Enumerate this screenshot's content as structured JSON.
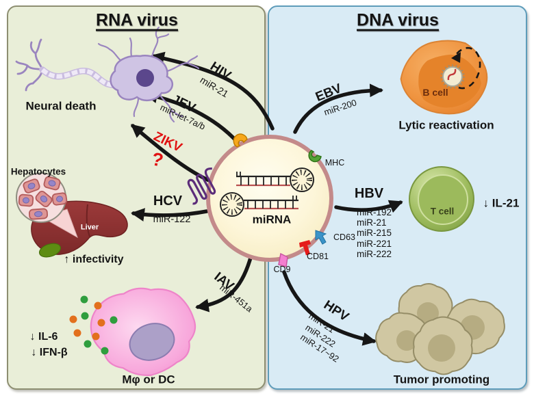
{
  "colors": {
    "rna_panel_bg": "#e9eed8",
    "rna_panel_border": "#8d8e71",
    "dna_panel_bg": "#d9ebf5",
    "dna_panel_border": "#5e9cba",
    "exosome_fill": "#fdf6d9",
    "exosome_border": "#c38a8a",
    "arrow": "#161616",
    "zikv_accent": "#e01212",
    "bcell_orange": "#ef9440",
    "tcell_green": "#9cba5e",
    "macrophage_pink": "#f8a9dc",
    "tumor_tan": "#d0c7a2"
  },
  "panels": {
    "rna": {
      "title": "RNA virus"
    },
    "dna": {
      "title": "DNA virus"
    }
  },
  "exosome": {
    "label": "miRNA",
    "markers": {
      "mhc": "MHC",
      "cd63": "CD63",
      "cd81": "CD81",
      "cd9": "CD9"
    }
  },
  "rna": {
    "hiv": {
      "name": "HIV",
      "mir": "miR-21"
    },
    "jev": {
      "name": "JEV",
      "mir": "miR-let-7a/b"
    },
    "zikv": {
      "name": "ZIKV",
      "question_mark": "?"
    },
    "hcv": {
      "name": "HCV",
      "mir": "miR-122"
    },
    "iav": {
      "name": "IAV",
      "mir": "miR-451a"
    },
    "neural_caption": "Neural death",
    "hepatocytes_label": "Hepatocytes",
    "liver_label": "Liver",
    "infectivity_effect": "↑ infectivity",
    "cytokine_effects": [
      "↓ IL-6",
      "↓ IFN-β"
    ],
    "macrophage_caption": "Mφ or DC"
  },
  "dna": {
    "ebv": {
      "name": "EBV",
      "mir": "miR-200"
    },
    "hbv": {
      "name": "HBV",
      "mirs": [
        "miR-192",
        "miR-21",
        "miR-215",
        "miR-221",
        "miR-222"
      ]
    },
    "hpv": {
      "name": "HPV",
      "mirs": [
        "miR-21",
        "miR-222",
        "miR-17~92"
      ]
    },
    "bcell_label": "B cell",
    "lytic_caption": "Lytic reactivation",
    "tcell_label": "T cell",
    "il21_effect": "↓ IL-21",
    "tumor_caption": "Tumor promoting"
  }
}
